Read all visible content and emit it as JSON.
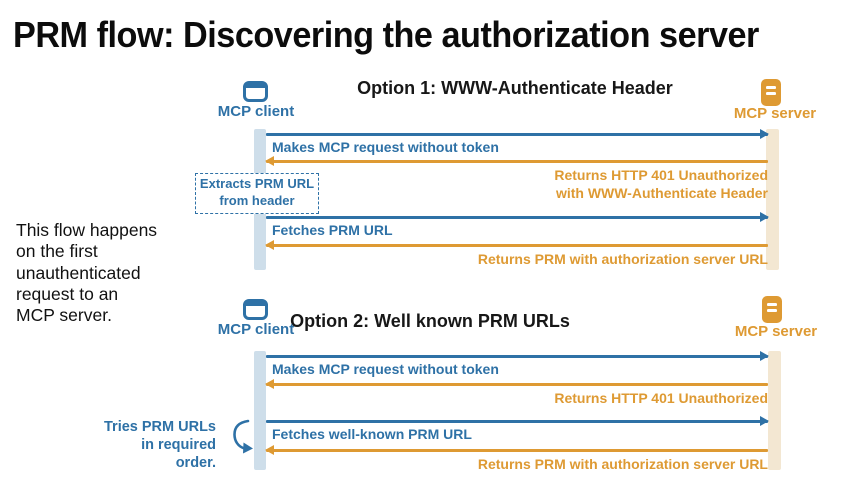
{
  "title": "PRM flow: Discovering the authorization server",
  "side_note": "This flow happens\non the first\nunauthenticated\nrequest to an\nMCP server.",
  "colors": {
    "client_blue": "#2E71A6",
    "server_orange": "#DE9A33",
    "client_activation_bar": "#CEDEEA",
    "server_activation_bar": "#F3E7D2",
    "heading_black": "#171717"
  },
  "option1": {
    "heading": "Option 1: WWW-Authenticate Header",
    "client_label": "MCP client",
    "server_label": "MCP server",
    "client_icon": "app-window-icon",
    "server_icon": "server-icon",
    "note": "Extracts PRM URL\nfrom header",
    "messages": [
      {
        "label": "Makes MCP request without token",
        "direction": "client-to-server",
        "color": "blue"
      },
      {
        "label": "Returns HTTP 401 Unauthorized\nwith WWW-Authenticate Header",
        "direction": "server-to-client",
        "color": "orange"
      },
      {
        "label": "Fetches PRM URL",
        "direction": "client-to-server",
        "color": "blue"
      },
      {
        "label": "Returns PRM with authorization server URL",
        "direction": "server-to-client",
        "color": "orange"
      }
    ]
  },
  "option2": {
    "heading": "Option 2: Well known PRM URLs",
    "client_label": "MCP client",
    "server_label": "MCP server",
    "client_icon": "app-window-icon",
    "server_icon": "server-icon",
    "note": "Tries PRM URLs\nin required order.",
    "messages": [
      {
        "label": "Makes MCP request without token",
        "direction": "client-to-server",
        "color": "blue"
      },
      {
        "label": "Returns HTTP 401 Unauthorized",
        "direction": "server-to-client",
        "color": "orange"
      },
      {
        "label": "Fetches well-known PRM URL",
        "direction": "client-to-server",
        "color": "blue"
      },
      {
        "label": "Returns PRM with authorization server URL",
        "direction": "server-to-client",
        "color": "orange"
      }
    ]
  }
}
